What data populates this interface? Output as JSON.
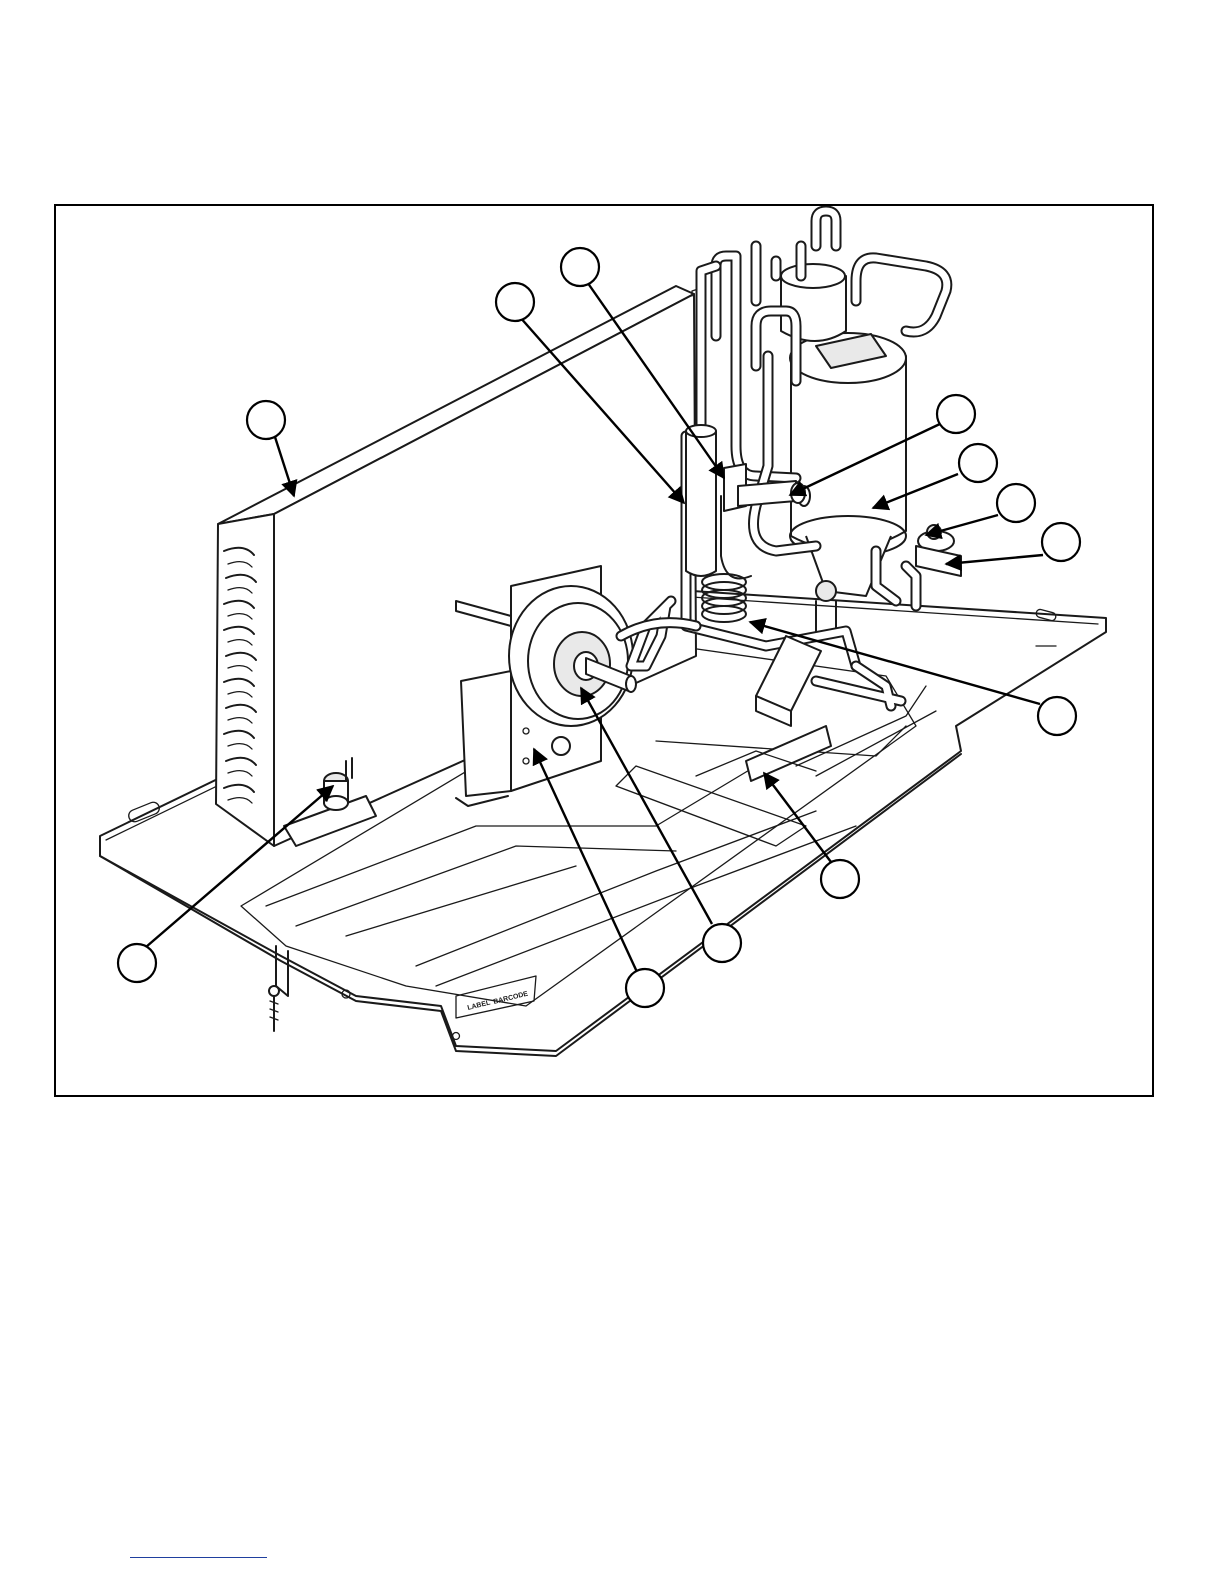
{
  "figure": {
    "panel_labels": {
      "label": "LABEL",
      "barcode": "BARCODE"
    },
    "callouts": [
      {
        "id": 1
      },
      {
        "id": 2
      },
      {
        "id": 3
      },
      {
        "id": 4
      },
      {
        "id": 5
      },
      {
        "id": 6
      },
      {
        "id": 7
      },
      {
        "id": 8
      },
      {
        "id": 9
      },
      {
        "id": 10
      },
      {
        "id": 11
      },
      {
        "id": 12
      },
      {
        "id": 13
      }
    ]
  },
  "colors": {
    "line": "#1a1a1a",
    "footer_rule": "#1f3f9e"
  }
}
